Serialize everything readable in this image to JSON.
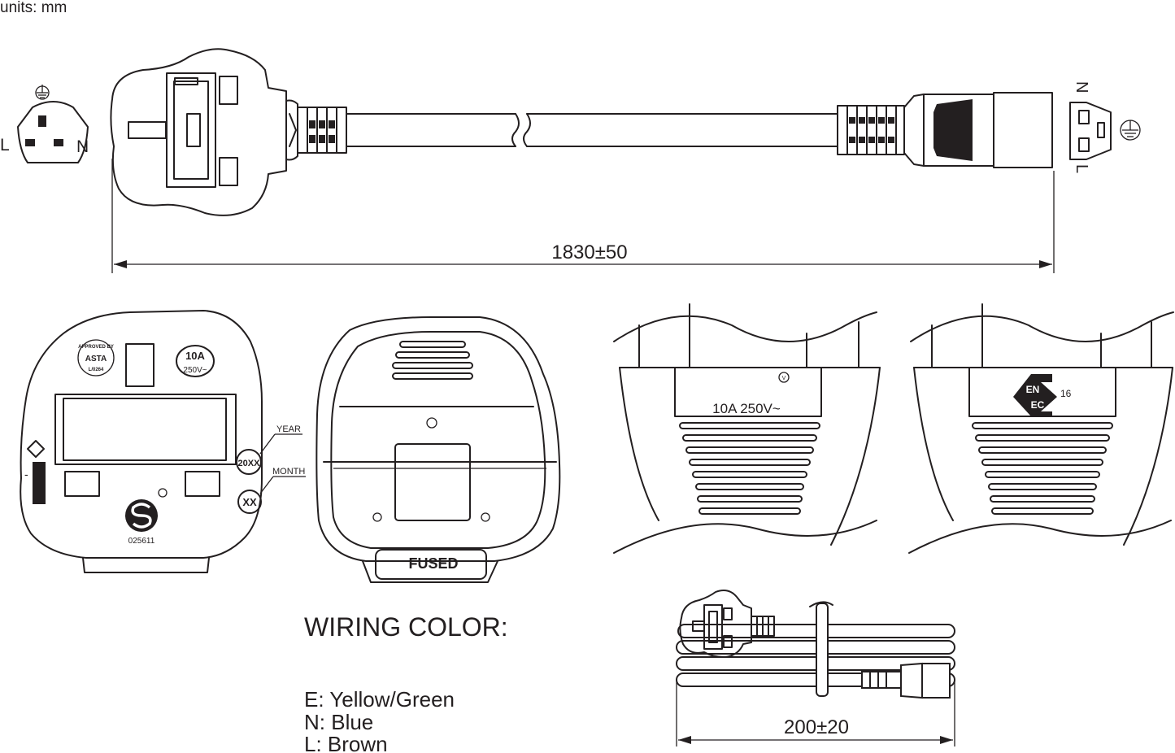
{
  "units_note": "units: mm",
  "dimensions": {
    "cable_length": "1830±50",
    "coil_length": "200±20"
  },
  "plug_face_labels": {
    "earth_symbol": "⏚",
    "live": "L",
    "neutral": "N"
  },
  "connector_face_labels": {
    "neutral": "N",
    "live": "L",
    "earth_symbol": "⏚"
  },
  "plug_markings": {
    "approval_ring_top": "APPROVED BY",
    "approval_center": "ASTA",
    "approval_ring_bottom": "L/0264",
    "current_rating": "10A",
    "voltage_rating": "250V~",
    "year_code": "20XX",
    "year_label": "YEAR",
    "month_code": "XX",
    "month_label": "MONTH",
    "side_mark": "-",
    "cert_number": "025611",
    "fuse_label": "FUSED"
  },
  "connector_markings": {
    "rating": "10A 250V~",
    "small_mark": "V",
    "en_letters_top": "EN",
    "en_letters_bottom": "EC",
    "en_number": "16"
  },
  "wiring": {
    "heading": "WIRING COLOR:",
    "lines": [
      "E: Yellow/Green",
      "N: Blue",
      "L: Brown"
    ]
  }
}
